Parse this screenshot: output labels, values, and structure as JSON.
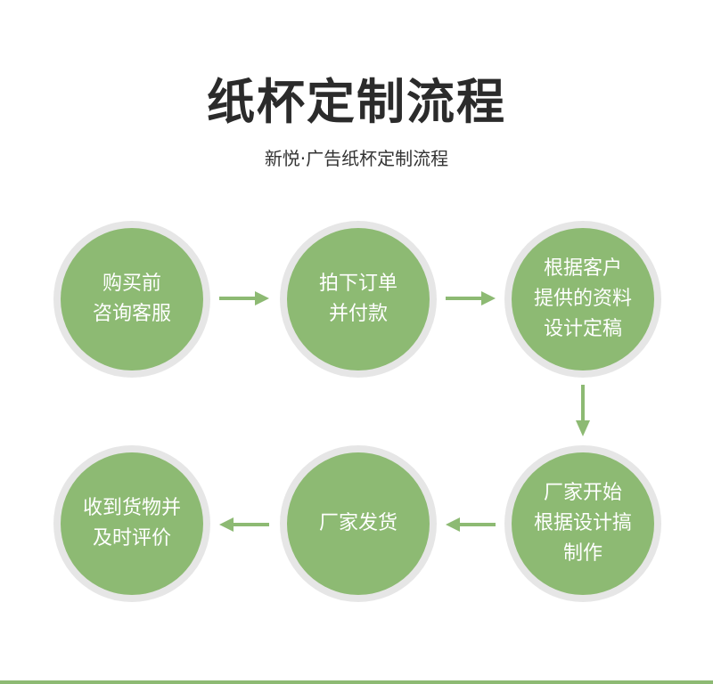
{
  "title": "纸杯定制流程",
  "subtitle": "新悦·广告纸杯定制流程",
  "steps": [
    {
      "lines": [
        "购买前",
        "咨询客服"
      ]
    },
    {
      "lines": [
        "拍下订单",
        "并付款"
      ]
    },
    {
      "lines": [
        "根据客户",
        "提供的资料",
        "设计定稿"
      ]
    },
    {
      "lines": [
        "厂家开始",
        "根据设计搞",
        "制作"
      ]
    },
    {
      "lines": [
        "厂家发货"
      ]
    },
    {
      "lines": [
        "收到货物并",
        "及时评价"
      ]
    }
  ],
  "colors": {
    "circle": "#8dba73",
    "ring": "#e6e6e6",
    "arrow": "#8dba73",
    "title": "#2b2b2b"
  }
}
